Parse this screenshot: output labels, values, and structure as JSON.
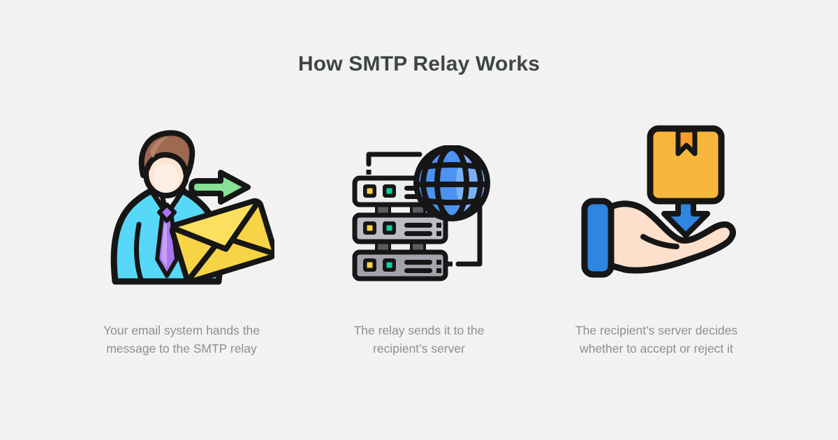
{
  "page": {
    "background_color": "#f2f2f2"
  },
  "header": {
    "title": "How SMTP Relay Works",
    "title_color": "#3e4543"
  },
  "steps": [
    {
      "icon": "person-sending-email",
      "caption_lines": [
        "Your email system hands the",
        "message to the SMTP relay"
      ]
    },
    {
      "icon": "relay-server-globe",
      "caption_lines": [
        "The relay sends it to the",
        "recipient’s server"
      ]
    },
    {
      "icon": "hand-receiving-package",
      "caption_lines": [
        "The recipient’s server decides",
        "whether to accept or reject it"
      ]
    }
  ],
  "colors": {
    "outline": "#161616",
    "caption_text": "#8e8e8e",
    "shirt": "#58d8f8",
    "collar": "#f6f4fc",
    "tie": "#aa76f2",
    "tie_light": "#c5a0f8",
    "skin_face": "#fde5d5",
    "skin_face_light": "#feeee4",
    "hair": "#9d6950",
    "hair_light": "#b5826a",
    "send_arrow_green": "#8adf96",
    "envelope_yellow": "#f7d445",
    "envelope_flap": "#fae05e",
    "server_unit_1": "#ededed",
    "server_unit_2": "#bcbcc4",
    "server_unit_3": "#a3a3ab",
    "server_tab": "#5c5c66",
    "led_yellow": "#ffd24a",
    "led_teal": "#0fd0a6",
    "globe_blue": "#4b92f2",
    "globe_blue_light": "#79b1f7",
    "package_yellow": "#f6b73c",
    "package_flap": "#f59d28",
    "accept_blue": "#2e86e0",
    "hand_skin": "#fde0cc"
  }
}
